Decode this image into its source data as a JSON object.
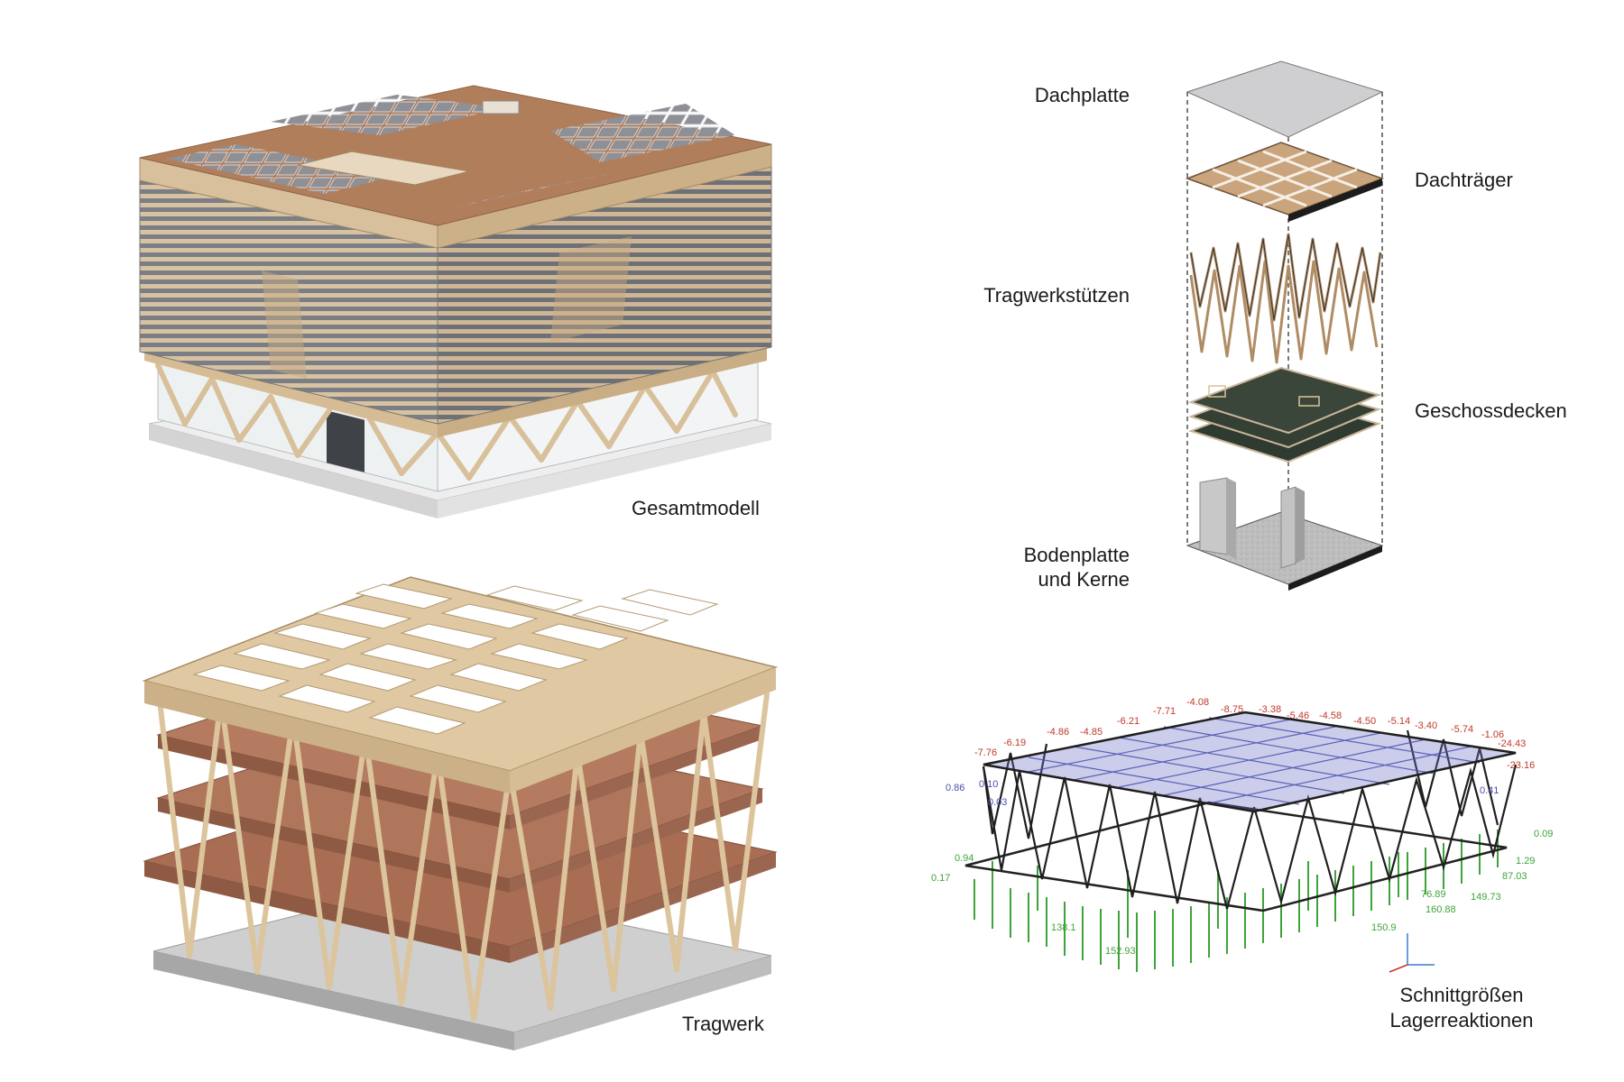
{
  "labels": {
    "gesamtmodell": "Gesamtmodell",
    "tragwerk": "Tragwerk",
    "dachplatte": "Dachplatte",
    "dachtraeger": "Dachträger",
    "tragwerkstuetzen": "Tragwerkstützen",
    "geschossdecken": "Geschossdecken",
    "bodenplatte_line1": "Bodenplatte",
    "bodenplatte_line2": "und Kerne",
    "schnitt_line1": "Schnittgrößen",
    "schnitt_line2": "Lagerreaktionen"
  },
  "fea_values": {
    "top_red": [
      "-7.76",
      "-6.19",
      "-4.86",
      "-4.85",
      "-6.21",
      "-7.71",
      "-4.08",
      "-8.75",
      "-3.38",
      "-5.46",
      "-4.58",
      "-4.50",
      "-5.14",
      "-3.40",
      "-5.74",
      "-1.06",
      "-24.43"
    ],
    "left_blue": [
      "0.86",
      "0.10",
      "0.03"
    ],
    "right_side": [
      "-23.16",
      "0.41",
      "0.09",
      "1.29",
      "87.03"
    ],
    "bottom_green": [
      "0.94",
      "0.17",
      "152.93",
      "150.9",
      "149.73",
      "160.88",
      "76.89",
      "138.1"
    ]
  },
  "colors": {
    "wood_light": "#d9c39a",
    "wood_dark": "#b89a6a",
    "slab_brown": "#a9735a",
    "glass_grey": "#8a8c90",
    "fea_green": "#3ea43a",
    "fea_blue": "#4a4fb0",
    "fea_red": "#c0392b"
  }
}
